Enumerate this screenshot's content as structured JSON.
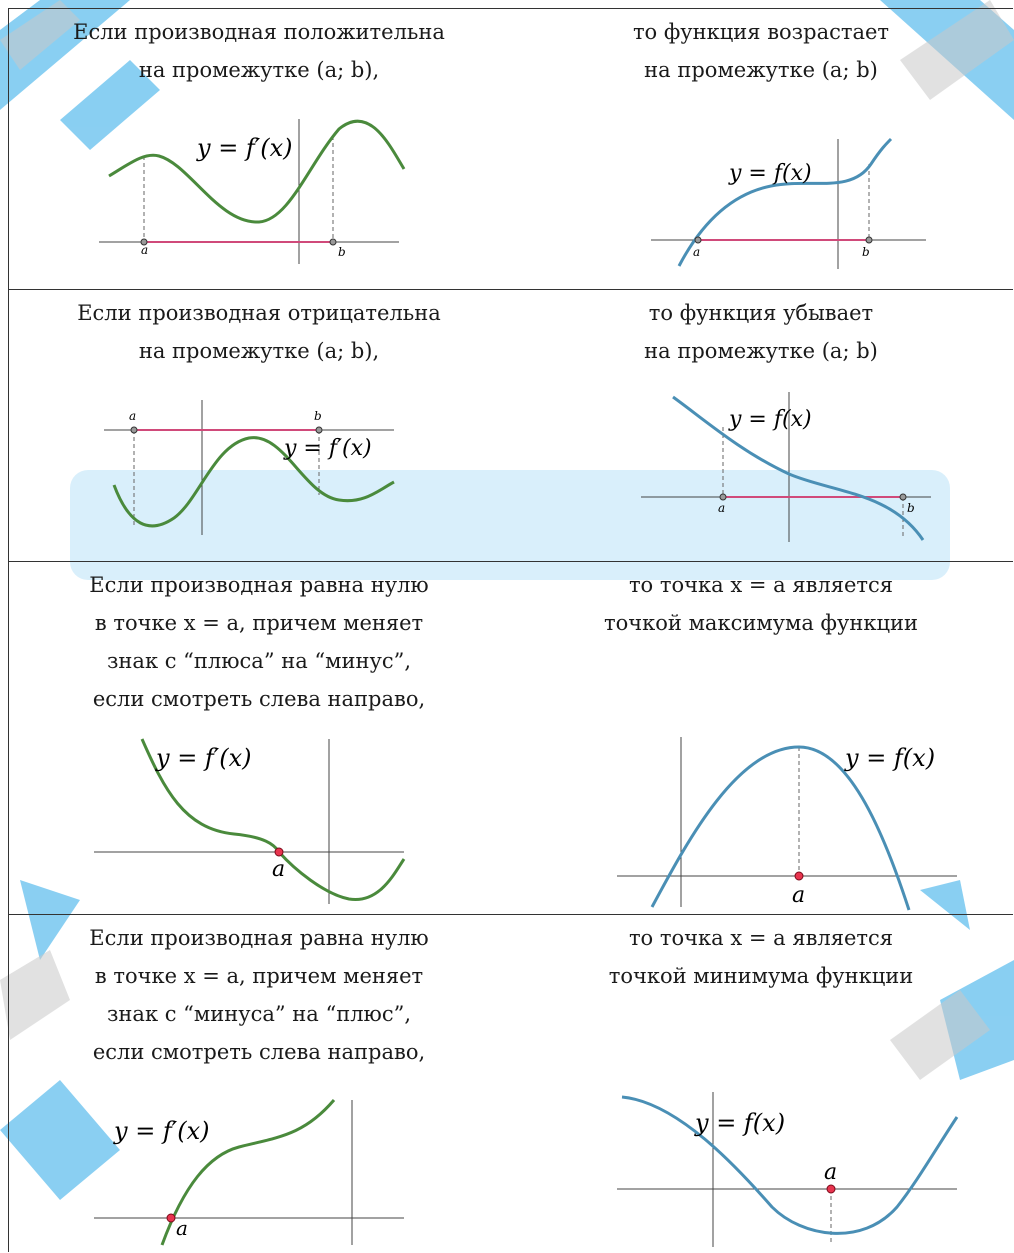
{
  "rows": [
    {
      "left": [
        "Если производная положительна",
        "на промежутке (a; b),"
      ],
      "right": [
        "то функция возрастает",
        "на промежутке (a; b)"
      ],
      "left_graph": {
        "label": "y = f′(x)",
        "point_a": "a",
        "point_b": "b"
      },
      "right_graph": {
        "label": "y = f(x)",
        "point_a": "a",
        "point_b": "b"
      }
    },
    {
      "left": [
        "Если производная отрицательна",
        "на промежутке (a; b),"
      ],
      "right": [
        "то функция убывает",
        "на промежутке (a; b)"
      ],
      "left_graph": {
        "label": "y = f′(x)",
        "point_a": "a",
        "point_b": "b"
      },
      "right_graph": {
        "label": "y = f(x)",
        "point_a": "a",
        "point_b": "b"
      }
    },
    {
      "left": [
        "Если производная равна нулю",
        "в точке x = a, причем меняет",
        "знак с “плюса” на “минус”,",
        "если смотреть слева направо,"
      ],
      "right": [
        "то точка x = a является",
        "точкой максимума функции"
      ],
      "left_graph": {
        "label": "y = f′(x)",
        "point_a": "a"
      },
      "right_graph": {
        "label": "y = f(x)",
        "point_a": "a"
      }
    },
    {
      "left": [
        "Если производная равна нулю",
        "в точке x = a, причем меняет",
        "знак с “минуса” на “плюс”,",
        "если смотреть слева направо,"
      ],
      "right": [
        "то точка x = a является",
        "точкой минимума функции"
      ],
      "left_graph": {
        "label": "y = f′(x)",
        "point_a": "a"
      },
      "right_graph": {
        "label": "y = f(x)",
        "point_a": "a"
      }
    }
  ],
  "colors": {
    "derivative": "#4a8a3c",
    "function": "#4a8fb5",
    "interval": "#d04a7a",
    "point": "#e8344e",
    "watermark": "#2aa8e8"
  }
}
